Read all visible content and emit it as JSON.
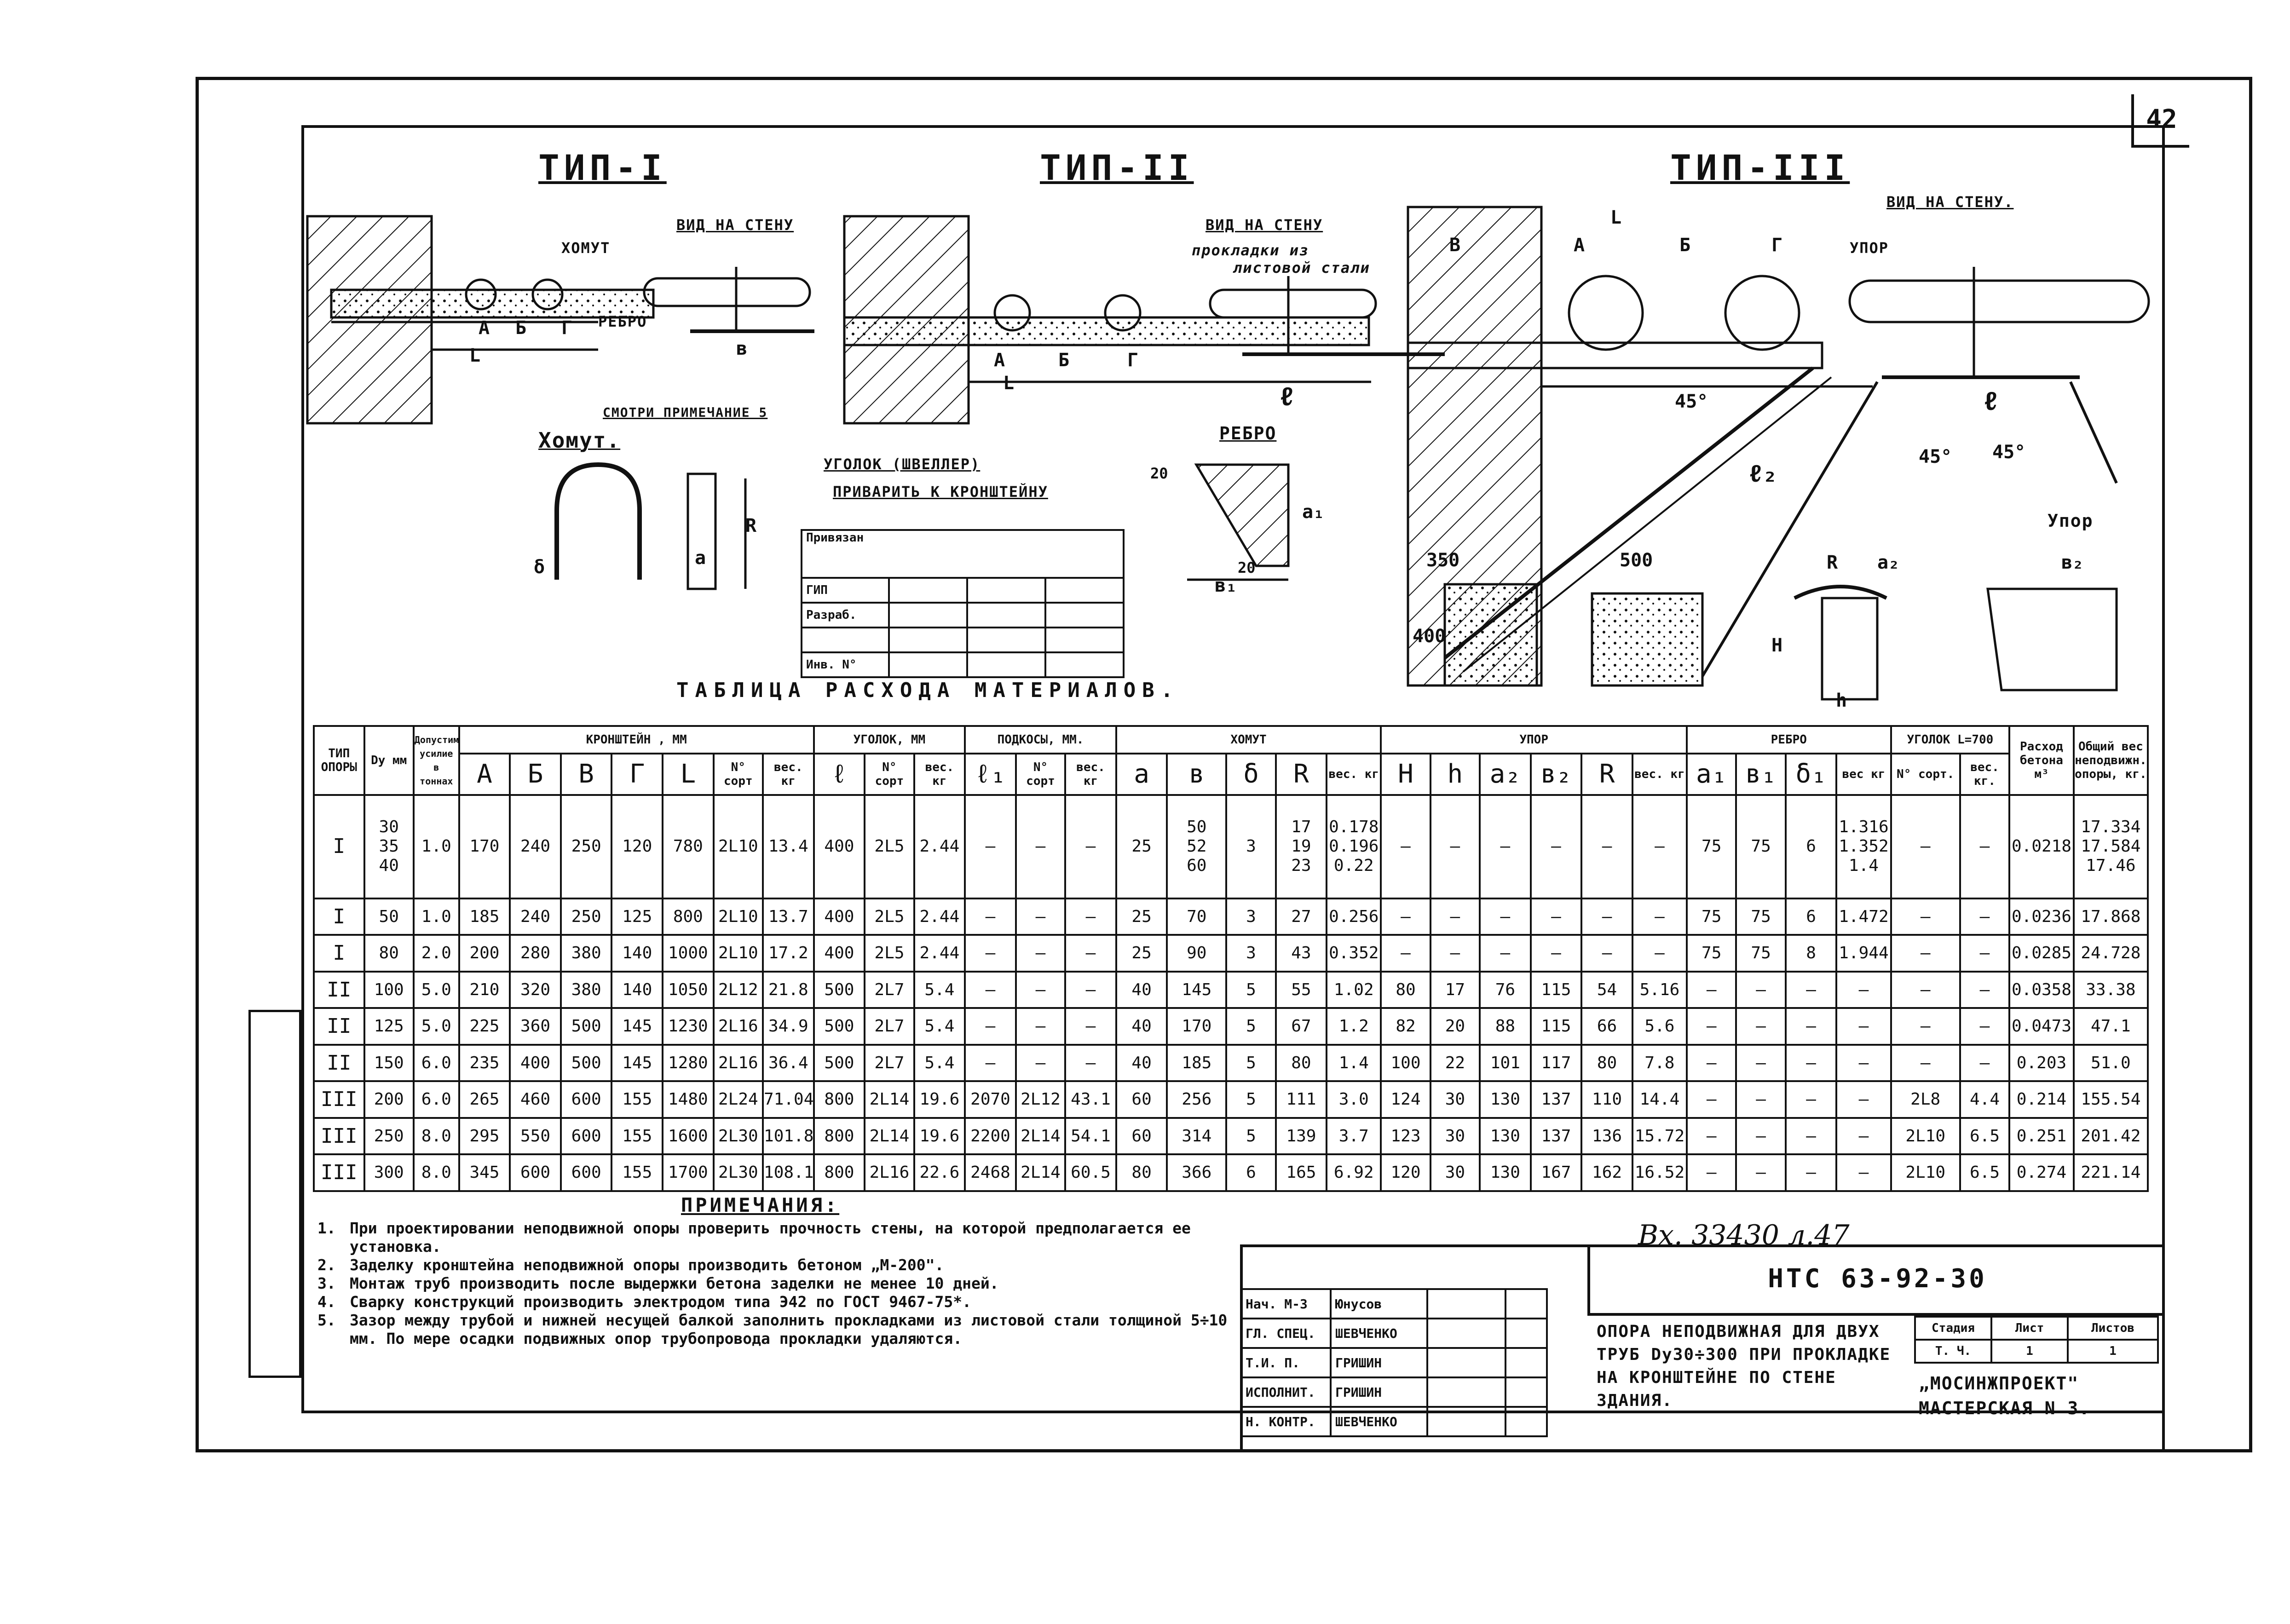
{
  "sheet_number": "42",
  "types": {
    "t1": "ТИП-I",
    "t2": "ТИП-II",
    "t3": "ТИП-III"
  },
  "labels": {
    "view_on_wall_1": "ВИД НА СТЕНУ",
    "view_on_wall_2": "ВИД НА СТЕНУ",
    "view_on_wall_3": "ВИД НА СТЕНУ.",
    "clamp_label": "ХОМУТ",
    "rib_label": "РЕБРО",
    "see_note": "СМОТРИ ПРИМЕЧАНИЕ 5",
    "clamp_title": "Хомут.",
    "angle_channel": "УГОЛОК (ШВЕЛЛЕР)",
    "weld_to_bracket": "ПРИВАРИТЬ К КРОНШТЕЙНУ",
    "gaskets_1": "прокладки из",
    "gaskets_2": "листовой стали",
    "rib_title": "РЕБРО",
    "stop_1": "УПОР",
    "stop_2": "Упор"
  },
  "dims": {
    "L": "L",
    "A": "А",
    "B": "Б",
    "V": "В",
    "G": "Г",
    "l": "ℓ",
    "v": "в",
    "dim20a": "20",
    "dim20b": "20",
    "a1": "а₁",
    "b1": "в₁",
    "a2": "а₂",
    "b2": "в₂",
    "H": "Н",
    "h": "h",
    "R": "R",
    "a": "а",
    "delta": "δ",
    "d350": "350",
    "d500": "500",
    "d400": "400",
    "l2": "ℓ₂",
    "ang1": "45°",
    "ang2": "45°",
    "ang3": "45°"
  },
  "privyazan": {
    "title": "Привязан",
    "gip": "ГИП",
    "razrab": "Разраб.",
    "inv": "Инв. N°"
  },
  "table": {
    "title": "ТАБЛИЦА   РАСХОДА   МАТЕРИАЛОВ.",
    "groups": {
      "type": "ТИП ОПОРЫ",
      "dy": "Dy мм",
      "force": "Допустимое усилие в тоннах",
      "bracket": "КРОНШТЕЙН ,   ММ",
      "angle": "УГОЛОК,  ММ",
      "struts": "ПОДКОСЫ,  ММ.",
      "clamp": "ХОМУТ",
      "stop": "УПОР",
      "rib": "РЕБРО",
      "angle700": "УГОЛОК L=700",
      "concrete": "Расход бетона м³",
      "total": "Общий вес неподвижн. опоры, кг."
    },
    "sub": [
      "А",
      "Б",
      "В",
      "Г",
      "L",
      "N° сорт",
      "вес. кг",
      "ℓ",
      "N° сорт",
      "вес. кг",
      "ℓ₁",
      "N° сорт",
      "вес. кг",
      "а",
      "в",
      "δ",
      "R",
      "вес. кг",
      "Н",
      "h",
      "а₂",
      "в₂",
      "R",
      "вес. кг",
      "а₁",
      "в₁",
      "δ₁",
      "вес кг",
      "N° сорт.",
      "вес. кг."
    ],
    "rows": [
      [
        "I",
        "30\n35\n40",
        "1.0",
        "170",
        "240",
        "250",
        "120",
        "780",
        "2L10",
        "13.4",
        "400",
        "2L5",
        "2.44",
        "—",
        "—",
        "—",
        "25",
        "50\n52\n60",
        "3",
        "17\n19\n23",
        "0.178\n0.196\n0.22",
        "—",
        "—",
        "—",
        "—",
        "—",
        "—",
        "75",
        "75",
        "6",
        "1.316\n1.352\n1.4",
        "—",
        "—",
        "0.0218",
        "17.334\n17.584\n17.46"
      ],
      [
        "I",
        "50",
        "1.0",
        "185",
        "240",
        "250",
        "125",
        "800",
        "2L10",
        "13.7",
        "400",
        "2L5",
        "2.44",
        "—",
        "—",
        "—",
        "25",
        "70",
        "3",
        "27",
        "0.256",
        "—",
        "—",
        "—",
        "—",
        "—",
        "—",
        "75",
        "75",
        "6",
        "1.472",
        "—",
        "—",
        "0.0236",
        "17.868"
      ],
      [
        "I",
        "80",
        "2.0",
        "200",
        "280",
        "380",
        "140",
        "1000",
        "2L10",
        "17.2",
        "400",
        "2L5",
        "2.44",
        "—",
        "—",
        "—",
        "25",
        "90",
        "3",
        "43",
        "0.352",
        "—",
        "—",
        "—",
        "—",
        "—",
        "—",
        "75",
        "75",
        "8",
        "1.944",
        "—",
        "—",
        "0.0285",
        "24.728"
      ],
      [
        "II",
        "100",
        "5.0",
        "210",
        "320",
        "380",
        "140",
        "1050",
        "2L12",
        "21.8",
        "500",
        "2L7",
        "5.4",
        "—",
        "—",
        "—",
        "40",
        "145",
        "5",
        "55",
        "1.02",
        "80",
        "17",
        "76",
        "115",
        "54",
        "5.16",
        "—",
        "—",
        "—",
        "—",
        "—",
        "—",
        "0.0358",
        "33.38"
      ],
      [
        "II",
        "125",
        "5.0",
        "225",
        "360",
        "500",
        "145",
        "1230",
        "2L16",
        "34.9",
        "500",
        "2L7",
        "5.4",
        "—",
        "—",
        "—",
        "40",
        "170",
        "5",
        "67",
        "1.2",
        "82",
        "20",
        "88",
        "115",
        "66",
        "5.6",
        "—",
        "—",
        "—",
        "—",
        "—",
        "—",
        "0.0473",
        "47.1"
      ],
      [
        "II",
        "150",
        "6.0",
        "235",
        "400",
        "500",
        "145",
        "1280",
        "2L16",
        "36.4",
        "500",
        "2L7",
        "5.4",
        "—",
        "—",
        "—",
        "40",
        "185",
        "5",
        "80",
        "1.4",
        "100",
        "22",
        "101",
        "117",
        "80",
        "7.8",
        "—",
        "—",
        "—",
        "—",
        "—",
        "—",
        "0.203",
        "51.0"
      ],
      [
        "III",
        "200",
        "6.0",
        "265",
        "460",
        "600",
        "155",
        "1480",
        "2L24",
        "71.04",
        "800",
        "2L14",
        "19.6",
        "2070",
        "2L12",
        "43.1",
        "60",
        "256",
        "5",
        "111",
        "3.0",
        "124",
        "30",
        "130",
        "137",
        "110",
        "14.4",
        "—",
        "—",
        "—",
        "—",
        "2L8",
        "4.4",
        "0.214",
        "155.54"
      ],
      [
        "III",
        "250",
        "8.0",
        "295",
        "550",
        "600",
        "155",
        "1600",
        "2L30",
        "101.8",
        "800",
        "2L14",
        "19.6",
        "2200",
        "2L14",
        "54.1",
        "60",
        "314",
        "5",
        "139",
        "3.7",
        "123",
        "30",
        "130",
        "137",
        "136",
        "15.72",
        "—",
        "—",
        "—",
        "—",
        "2L10",
        "6.5",
        "0.251",
        "201.42"
      ],
      [
        "III",
        "300",
        "8.0",
        "345",
        "600",
        "600",
        "155",
        "1700",
        "2L30",
        "108.1",
        "800",
        "2L16",
        "22.6",
        "2468",
        "2L14",
        "60.5",
        "80",
        "366",
        "6",
        "165",
        "6.92",
        "120",
        "30",
        "130",
        "167",
        "162",
        "16.52",
        "—",
        "—",
        "—",
        "—",
        "2L10",
        "6.5",
        "0.274",
        "221.14"
      ]
    ]
  },
  "notes": {
    "title": "ПРИМЕЧАНИЯ:",
    "items": [
      {
        "n": "1.",
        "text": "При проектировании неподвижной опоры проверить прочность стены, на которой предполагается ее установка."
      },
      {
        "n": "2.",
        "text": "Заделку кронштейна неподвижной опоры производить бетоном „М-200\"."
      },
      {
        "n": "3.",
        "text": "Монтаж труб производить после выдержки бетона заделки не менее 10 дней."
      },
      {
        "n": "4.",
        "text": "Сварку конструкций производить электродом типа Э42 по ГОСТ 9467-75*."
      },
      {
        "n": "5.",
        "text": "Зазор между трубой и нижней несущей балкой заполнить прокладками из листовой стали толщиной 5÷10 мм. По мере осадки подвижных опор трубопровода прокладки удаляются."
      }
    ]
  },
  "stamp_number": "Вх. 33430 л.47",
  "title_block": {
    "code": "НТС 63-92-30",
    "description": "ОПОРА НЕПОДВИЖНАЯ ДЛЯ ДВУХ ТРУБ Dy30÷300 ПРИ ПРОКЛАДКЕ НА КРОНШТЕЙНЕ ПО СТЕНЕ ЗДАНИЯ.",
    "signers": [
      {
        "role": "Нач. М-3",
        "name": "Юнусов"
      },
      {
        "role": "ГЛ. СПЕЦ.",
        "name": "ШЕВЧЕНКО"
      },
      {
        "role": "Т.И. П.",
        "name": "ГРИШИН"
      },
      {
        "role": "ИСПОЛНИТ.",
        "name": "ГРИШИН"
      },
      {
        "role": "Н. КОНТР.",
        "name": "ШЕВЧЕНКО"
      }
    ],
    "stage_headers": [
      "Стадия",
      "Лист",
      "Листов"
    ],
    "stage_values": [
      "Т. Ч.",
      "1",
      "1"
    ],
    "org_1": "„МОСИНЖПРОЕКТ\"",
    "org_2": "МАСТЕРСКАЯ N 3."
  }
}
